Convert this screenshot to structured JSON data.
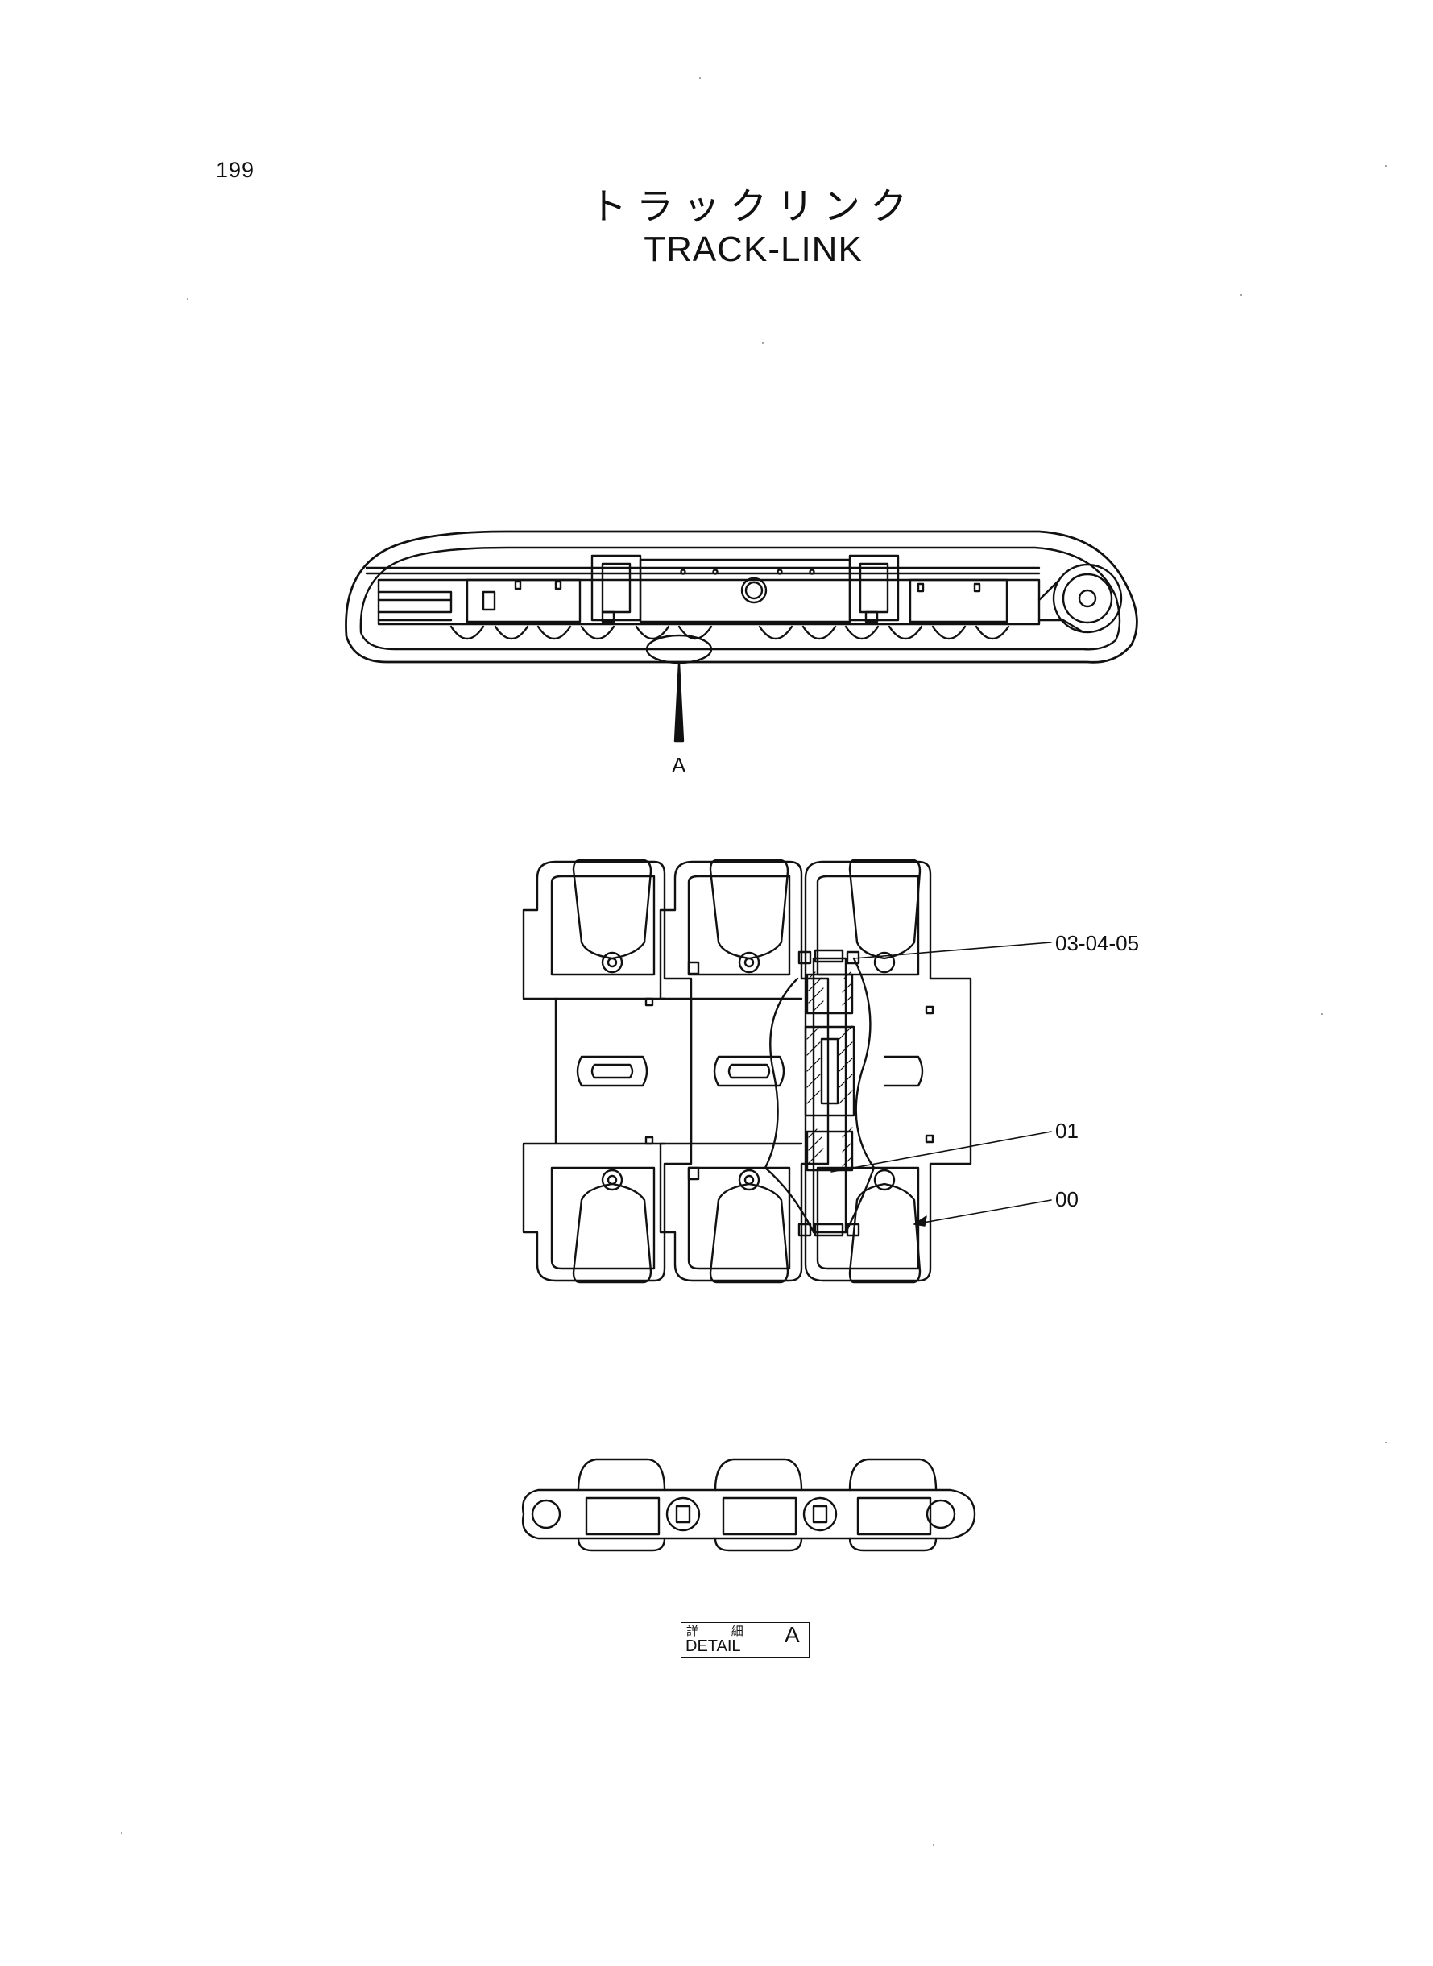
{
  "page": {
    "number": "199",
    "title_jp": "トラックリンク",
    "title_en": "TRACK-LINK"
  },
  "callouts": {
    "detail_ref": "A",
    "part_03_04_05": "03-04-05",
    "part_01": "01",
    "part_00": "00"
  },
  "detail_label": {
    "jp": "詳 細",
    "en": "DETAIL",
    "letter": "A"
  }
}
